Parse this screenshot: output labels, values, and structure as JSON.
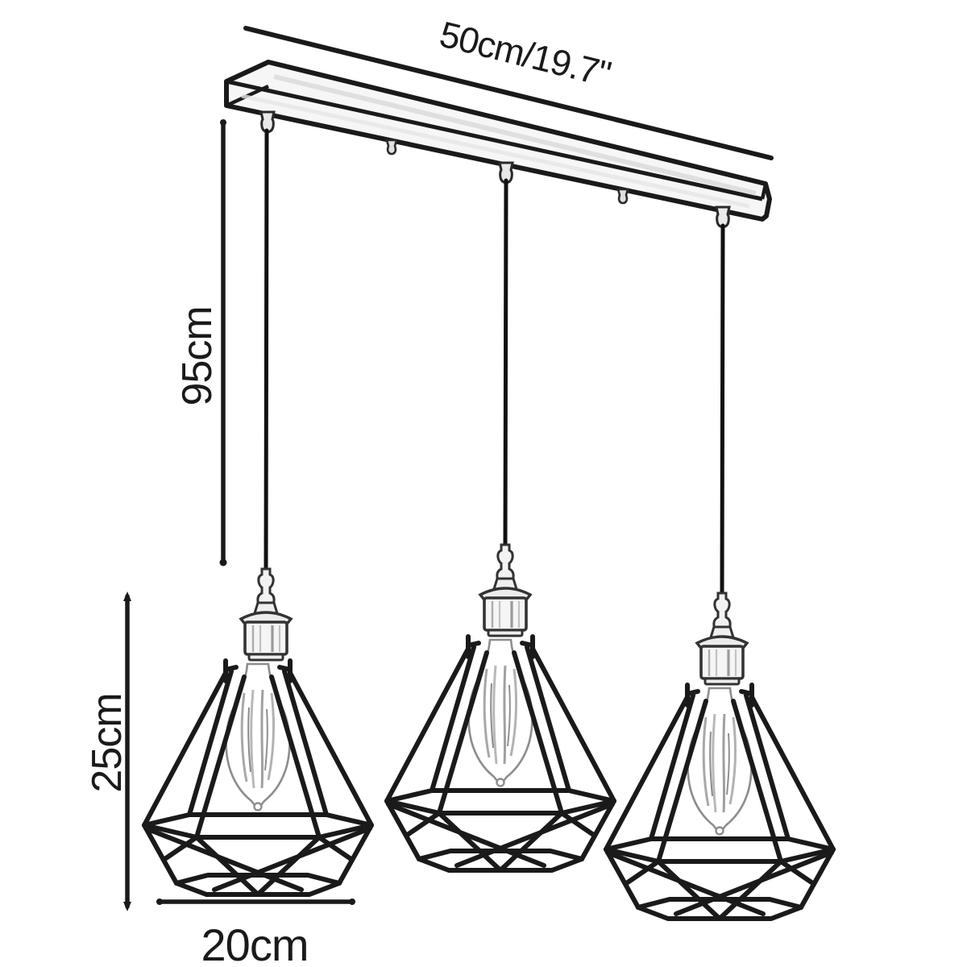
{
  "diagram": {
    "kind": "product-dimension-diagram",
    "background": "#ffffff",
    "ink": "#1a1a1a",
    "shade_fill": "#f6f6f6",
    "pendant_count": 3,
    "dimensions": {
      "canopy_width": "50cm/19.7\"",
      "cord_drop": "95cm",
      "shade_height": "25cm",
      "shade_width": "20cm"
    }
  }
}
